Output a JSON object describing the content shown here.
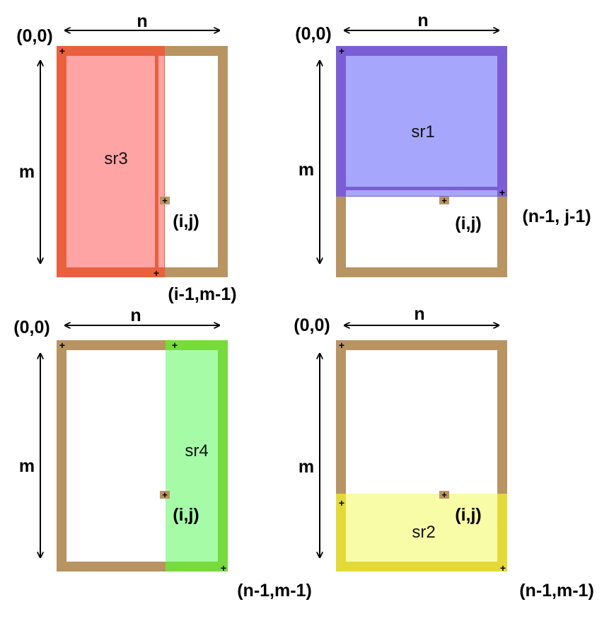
{
  "panels": [
    {
      "id": "top-left",
      "origin_label": "(0,0)",
      "width_label": "n",
      "height_label": "m",
      "region_label": "sr3",
      "point_label": "(i,j)",
      "corner_label": "(i-1,m-1)",
      "region_color": "#ffa4a4",
      "region_border_color": "#e9603f"
    },
    {
      "id": "top-right",
      "origin_label": "(0,0)",
      "width_label": "n",
      "height_label": "m",
      "region_label": "sr1",
      "point_label": "(i,j)",
      "corner_label": "(n-1, j-1)",
      "region_color": "#a7a6fd",
      "region_border_color": "#7b5ed5"
    },
    {
      "id": "bottom-left",
      "origin_label": "(0,0)",
      "width_label": "n",
      "height_label": "m",
      "region_label": "sr4",
      "point_label": "(i,j)",
      "corner_label": "(n-1,m-1)",
      "region_color": "#a6fca6",
      "region_border_color": "#76dc3c"
    },
    {
      "id": "bottom-right",
      "origin_label": "(0,0)",
      "width_label": "n",
      "height_label": "m",
      "region_label": "sr2",
      "point_label": "(i,j)",
      "corner_label": "(n-1,m-1)",
      "region_color": "#f9fca6",
      "region_border_color": "#e3da3a"
    }
  ],
  "matrix_border_color": "#b89462"
}
